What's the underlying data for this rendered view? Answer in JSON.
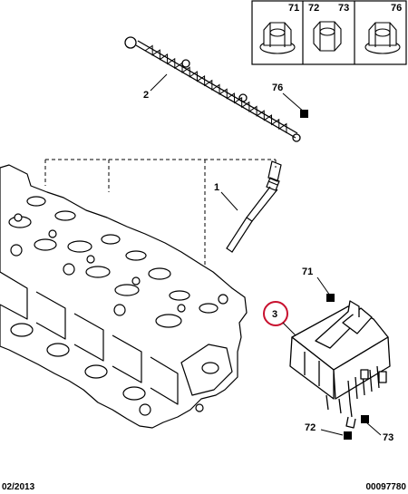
{
  "legend": {
    "cells": [
      {
        "labels": [
          "71"
        ]
      },
      {
        "labels": [
          "72",
          "73"
        ]
      },
      {
        "labels": [
          "76"
        ]
      }
    ]
  },
  "callouts": {
    "glow_plug_harness": "2",
    "glow_plug": "1",
    "control_unit": "3",
    "nut_76": "76",
    "nut_71": "71",
    "nut_72": "72",
    "nut_73": "73"
  },
  "footer": {
    "date": "02/2013",
    "reference": "00097780"
  },
  "colors": {
    "line": "#000000",
    "highlight_circle": "#c8102e"
  }
}
